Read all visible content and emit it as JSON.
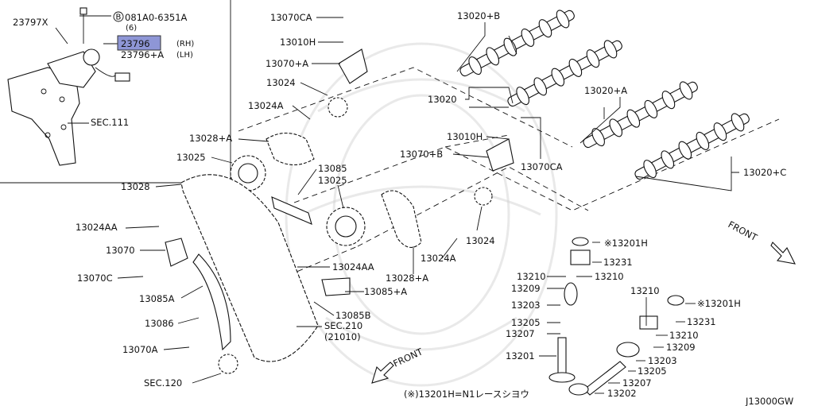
{
  "diagram_code": "J13000GW",
  "inset_labels": {
    "p23797x": "23797X",
    "bolt": "081A0-6351A",
    "bolt_circle": "B",
    "bolt_qty": "(6)",
    "p23796": "23796",
    "p23796_side": "(RH)",
    "p23796a": "23796+A",
    "p23796a_side": "(LH)",
    "sec111": "SEC.111"
  },
  "labels": {
    "p13070ca_top": "13070CA",
    "p13010h_top": "13010H",
    "p13070a_top": "13070+A",
    "p13024": "13024",
    "p13024a_top": "13024A",
    "p13028a_top": "13028+A",
    "p13025_left": "13025",
    "p13028": "13028",
    "p13085": "13085",
    "p13025_mid": "13025",
    "p13024aa_left": "13024AA",
    "p13070": "13070",
    "p13070c": "13070C",
    "p13085a": "13085A",
    "p13086": "13086",
    "p13070a_bottom": "13070A",
    "sec120": "SEC.120",
    "p13024aa_mid": "13024AA",
    "p13085plusa": "13085+A",
    "p13085b": "13085B",
    "sec210": "SEC.210",
    "sec210_sub": "(21010)",
    "p13028a_bottom": "13028+A",
    "p13024a_bottom": "13024A",
    "p13024_bottom": "13024",
    "p13020b": "13020+B",
    "p13020": "13020",
    "p13020a": "13020+A",
    "p13020c": "13020+C",
    "p13010h_mid": "13010H",
    "p13070b": "13070+B",
    "p13070ca_mid": "13070CA",
    "p13201h_top": "※13201H",
    "p13231_top": "13231",
    "p13210_a": "13210",
    "p13210_b": "13210",
    "p13209_left": "13209",
    "p13203_left": "13203",
    "p13205_left": "13205",
    "p13207_left": "13207",
    "p13201": "13201",
    "p13210_right_top": "13210",
    "p13201h_right": "※13201H",
    "p13231_right": "13231",
    "p13210_right": "13210",
    "p13209_right": "13209",
    "p13203_right": "13203",
    "p13205_right": "13205",
    "p13207_right": "13207",
    "p13202": "13202",
    "front_right": "FRONT",
    "front_bottom": "FRONT"
  },
  "footnote": "(※)13201H=N1レースシヨウ"
}
